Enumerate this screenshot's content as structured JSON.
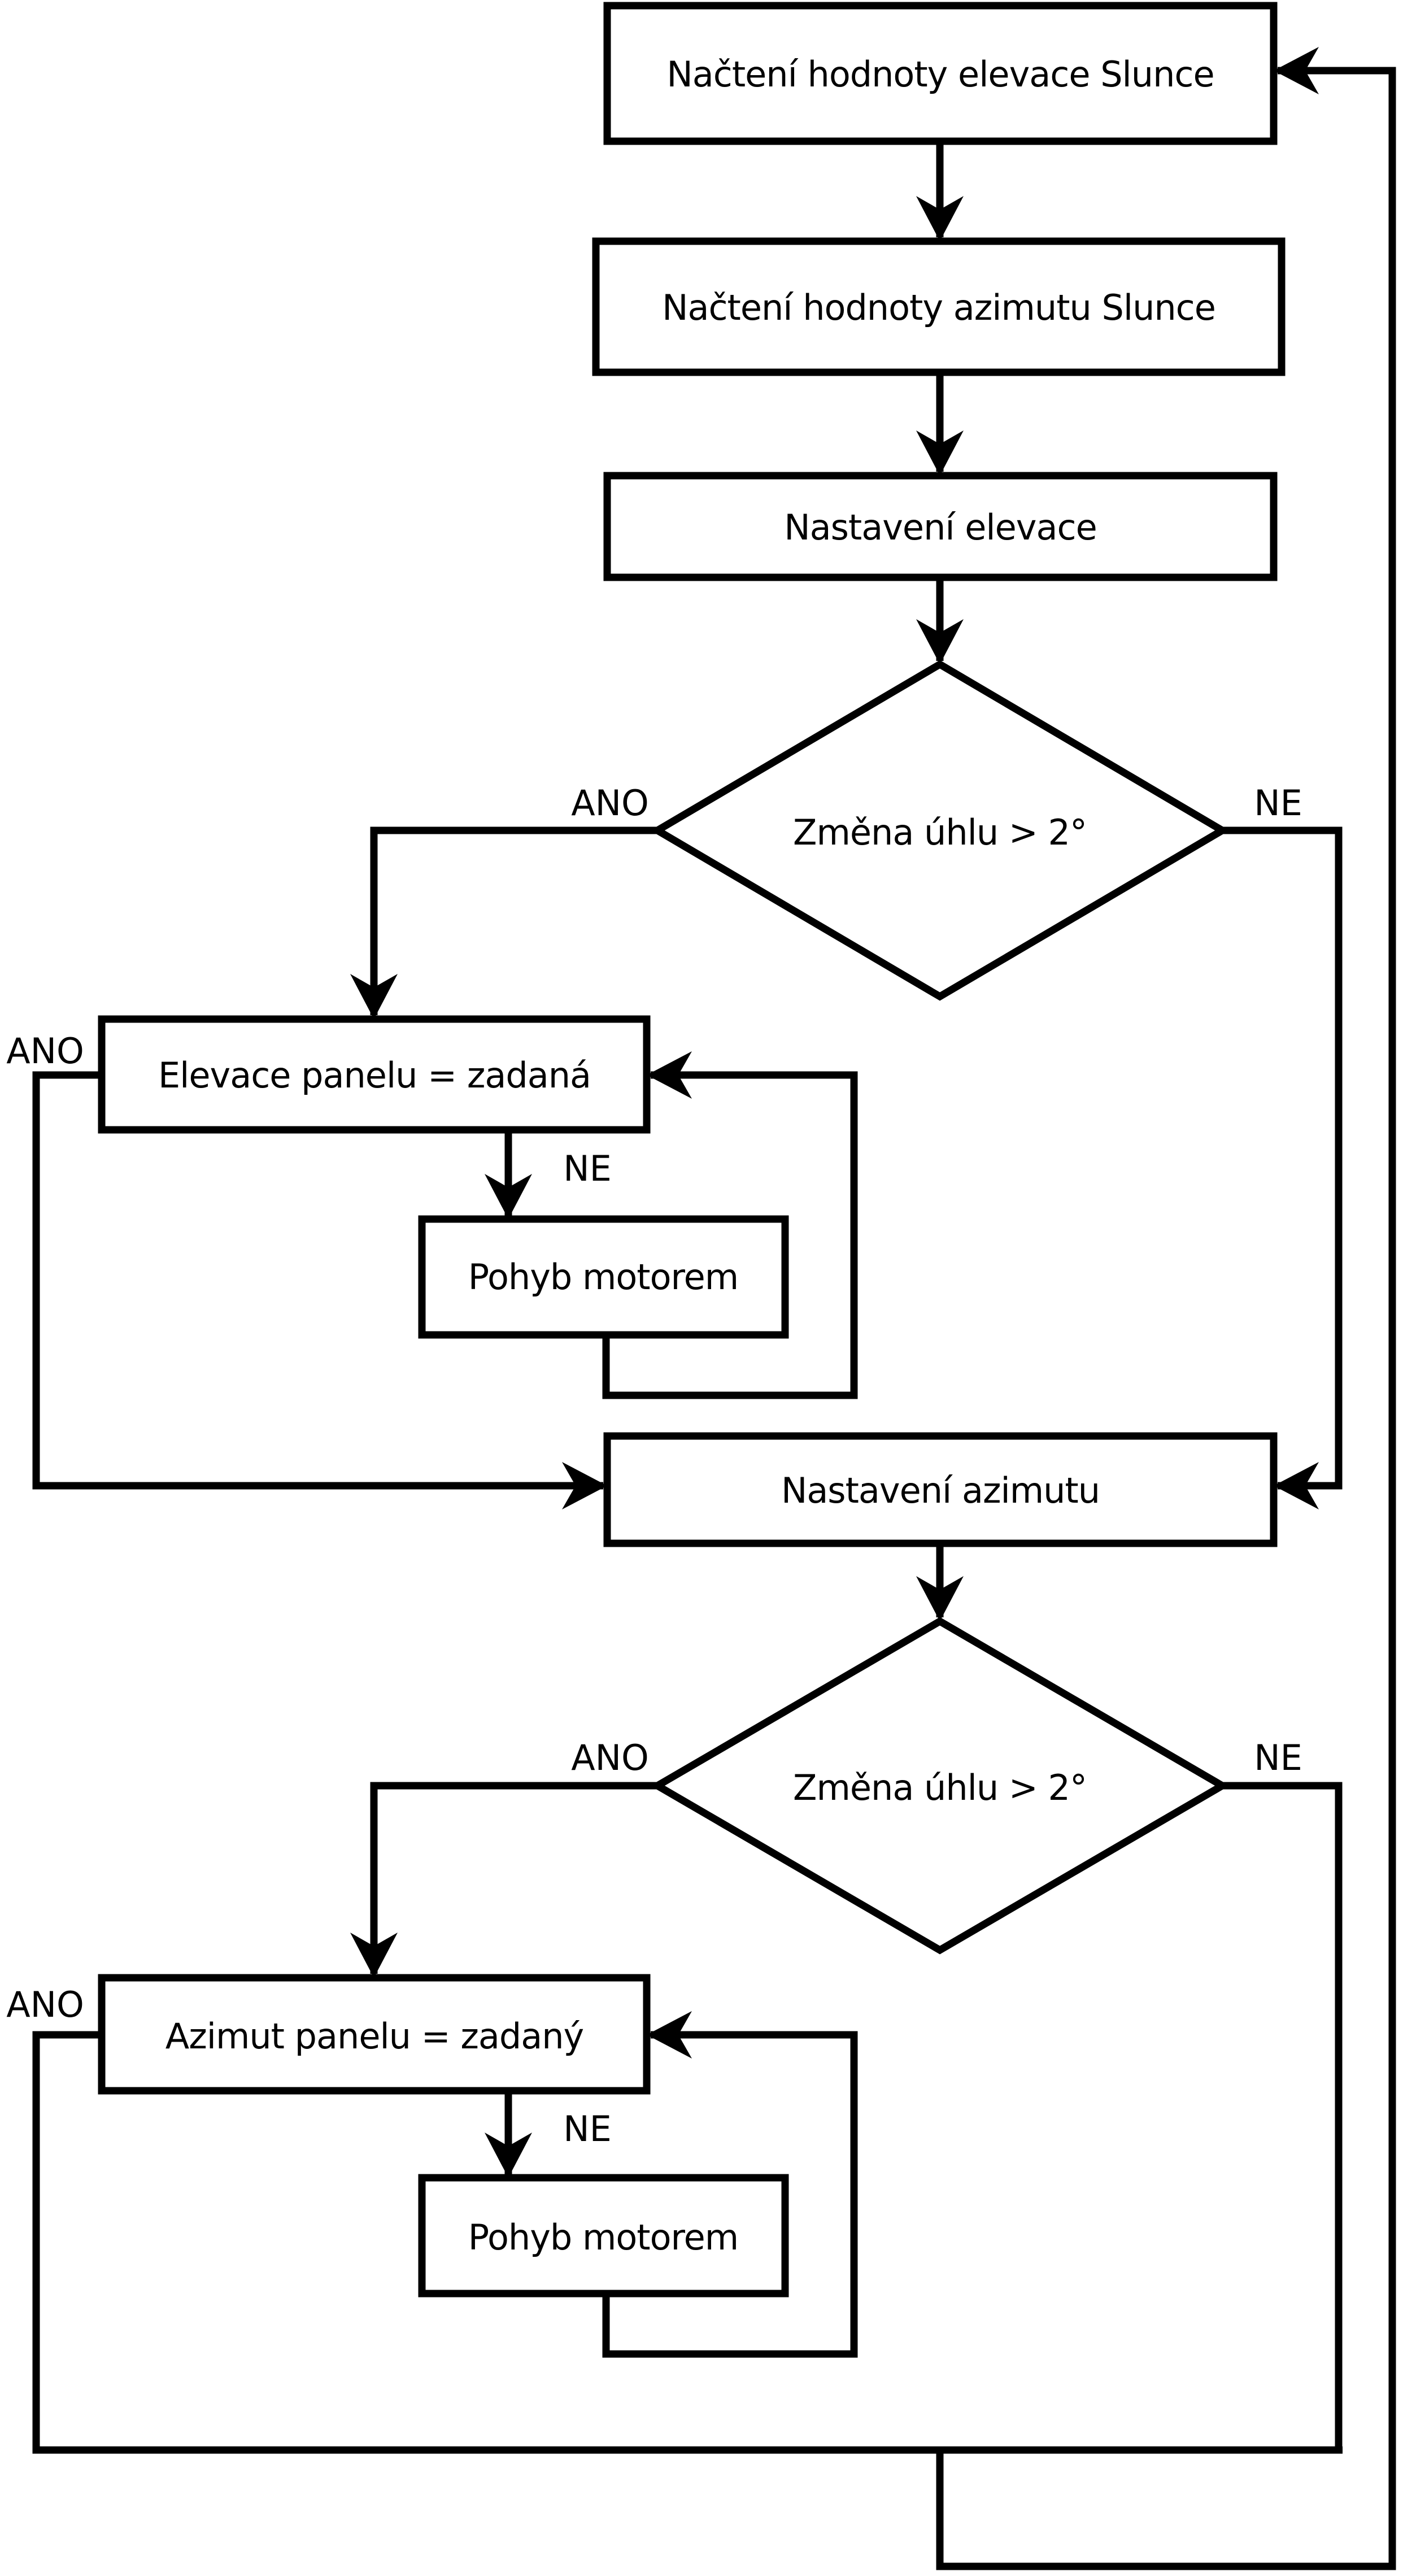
{
  "page": {
    "background_color": "#ffffff",
    "stroke_color": "#000000",
    "node_fill_color": "#ffffff"
  },
  "flowchart": {
    "nodes": {
      "load_elevation": {
        "label": "Načtení hodnoty elevace Slunce",
        "shape": "process"
      },
      "load_azimuth": {
        "label": "Načtení hodnoty azimutu Slunce",
        "shape": "process"
      },
      "set_elevation": {
        "label": "Nastavení elevace",
        "shape": "process"
      },
      "elevation_change": {
        "label": "Změna úhlu > 2°",
        "shape": "decision"
      },
      "elevation_equal": {
        "label": "Elevace panelu = zadaná",
        "shape": "process"
      },
      "elevation_motor": {
        "label": "Pohyb motorem",
        "shape": "process"
      },
      "set_azimuth": {
        "label": "Nastavení azimutu",
        "shape": "process"
      },
      "azimuth_change": {
        "label": "Změna úhlu > 2°",
        "shape": "decision"
      },
      "azimuth_equal": {
        "label": "Azimut panelu = zadaný",
        "shape": "process"
      },
      "azimuth_motor": {
        "label": "Pohyb motorem",
        "shape": "process"
      }
    },
    "branch_labels": {
      "yes": "ANO",
      "no": "NE"
    }
  }
}
